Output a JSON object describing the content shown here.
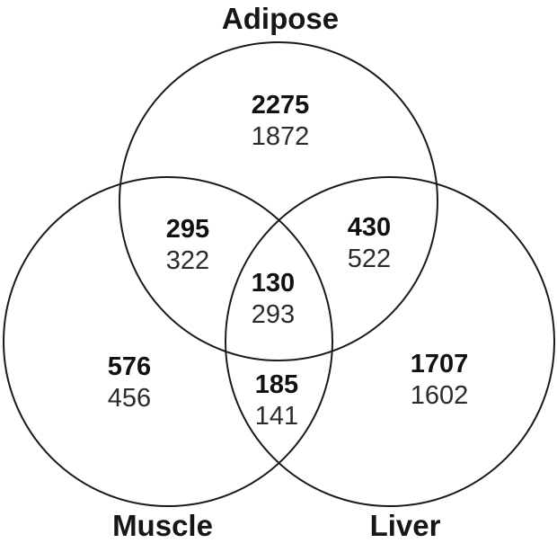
{
  "figure": {
    "background_color": "#ffffff",
    "circle_stroke_color": "#1a1a1a",
    "text_color": "#161616"
  },
  "chart_data": {
    "type": "venn",
    "sets": [
      "Adipose",
      "Muscle",
      "Liver"
    ],
    "regions": [
      {
        "sets": [
          "Adipose"
        ],
        "primary": "2275",
        "secondary": "1872"
      },
      {
        "sets": [
          "Adipose",
          "Muscle"
        ],
        "primary": "295",
        "secondary": "322"
      },
      {
        "sets": [
          "Adipose",
          "Liver"
        ],
        "primary": "430",
        "secondary": "522"
      },
      {
        "sets": [
          "Adipose",
          "Muscle",
          "Liver"
        ],
        "primary": "130",
        "secondary": "293"
      },
      {
        "sets": [
          "Muscle"
        ],
        "primary": "576",
        "secondary": "456"
      },
      {
        "sets": [
          "Muscle",
          "Liver"
        ],
        "primary": "185",
        "secondary": "141"
      },
      {
        "sets": [
          "Liver"
        ],
        "primary": "1707",
        "secondary": "1602"
      }
    ]
  }
}
